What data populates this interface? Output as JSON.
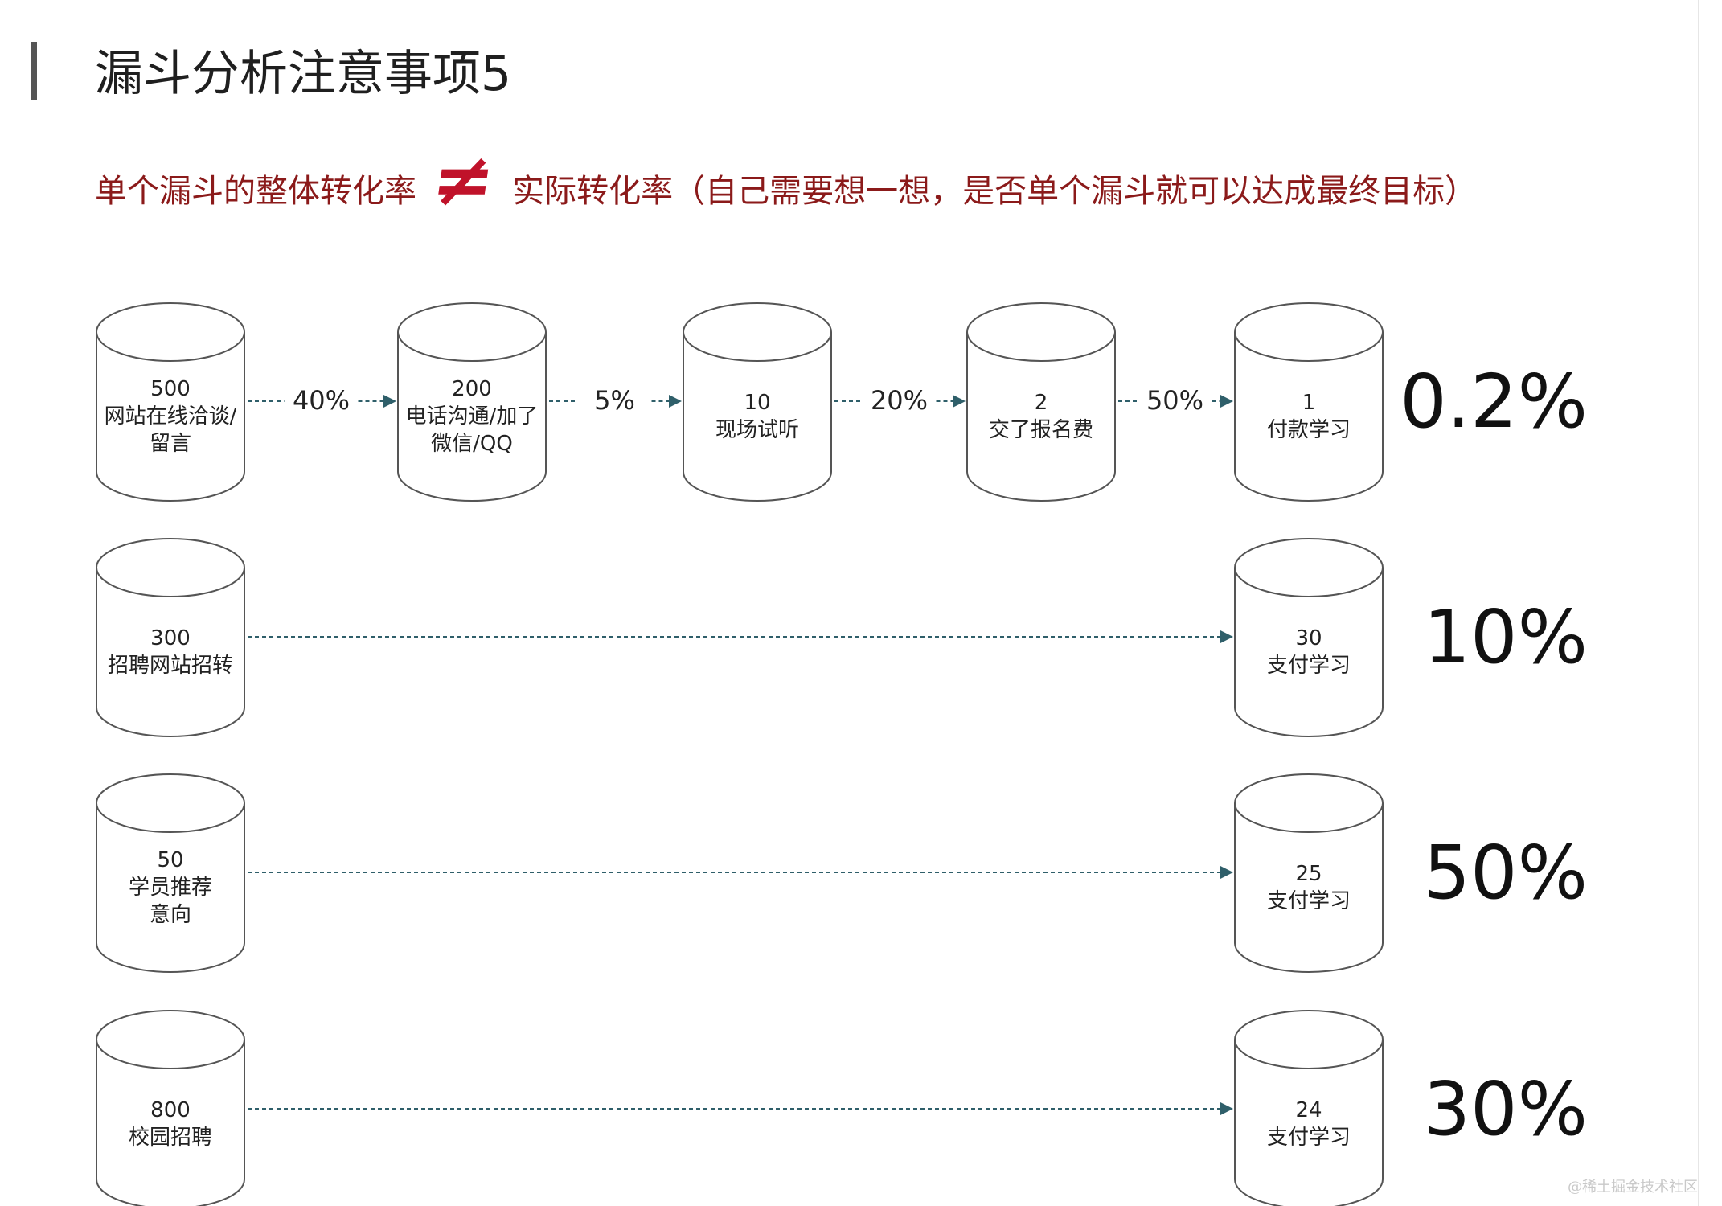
{
  "slide": {
    "title": "漏斗分析注意事项5",
    "subtitle": {
      "part1": "单个漏斗的整体转化率",
      "neq_symbol": "≠",
      "part2": "实际转化率（自己需要想一想，是否单个漏斗就可以达成最终目标）"
    },
    "watermark": "@稀土掘金技术社区"
  },
  "colors": {
    "title": "#1f1f1f",
    "subtitle": "#8b1a1a",
    "neq": "#c0122a",
    "cylinder_stroke": "#555555",
    "connector": "#2f5f6a",
    "text": "#222222"
  },
  "diagram": {
    "rows": [
      {
        "id": "row-1",
        "nodes": [
          {
            "value": "500",
            "label": [
              "网站在线洽谈/",
              "留言"
            ]
          },
          {
            "value": "200",
            "label": [
              "电话沟通/加了",
              "微信/QQ"
            ]
          },
          {
            "value": "10",
            "label": [
              "现场试听"
            ]
          },
          {
            "value": "2",
            "label": [
              "交了报名费"
            ]
          },
          {
            "value": "1",
            "label": [
              "付款学习"
            ]
          }
        ],
        "rates": [
          "40%",
          "5%",
          "20%",
          "50%"
        ],
        "overall": "0.2%"
      },
      {
        "id": "row-2",
        "nodes": [
          {
            "value": "300",
            "label": [
              "招聘网站招转"
            ]
          },
          {
            "value": "30",
            "label": [
              "支付学习"
            ]
          }
        ],
        "rates": [],
        "overall": "10%"
      },
      {
        "id": "row-3",
        "nodes": [
          {
            "value": "50",
            "label": [
              "学员推荐",
              "意向"
            ]
          },
          {
            "value": "25",
            "label": [
              "支付学习"
            ]
          }
        ],
        "rates": [],
        "overall": "50%"
      },
      {
        "id": "row-4",
        "nodes": [
          {
            "value": "800",
            "label": [
              "校园招聘"
            ]
          },
          {
            "value": "24",
            "label": [
              "支付学习"
            ]
          }
        ],
        "rates": [],
        "overall": "30%"
      }
    ]
  }
}
